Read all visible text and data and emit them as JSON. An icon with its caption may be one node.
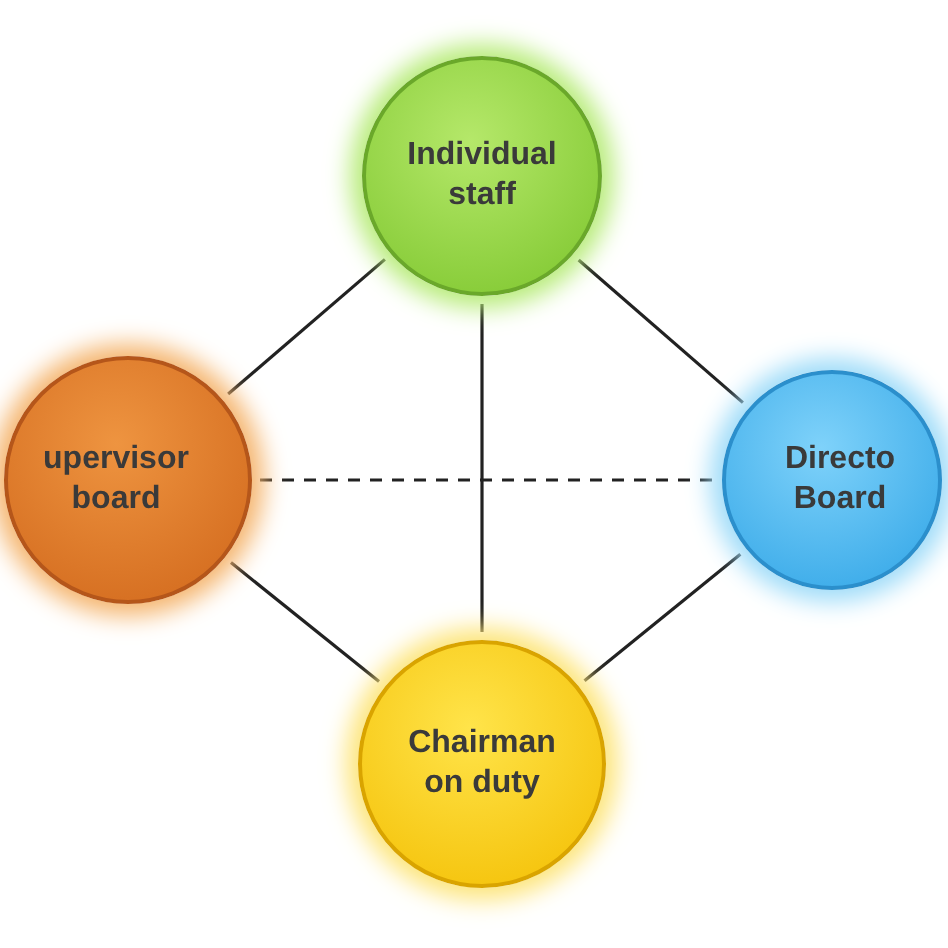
{
  "diagram": {
    "nodes": [
      {
        "text": [
          "Individual staff"
        ]
      },
      {
        "text": [
          "upervisor board"
        ]
      },
      {
        "text": [
          "Directo Board"
        ]
      },
      {
        "text": [
          "Chairman on duty"
        ]
      }
    ],
    "edges": [
      {
        "from": 0,
        "to": 1,
        "arrow": "none"
      },
      {
        "from": 0,
        "to": 2,
        "arrow": "none"
      },
      {
        "from": 0,
        "to": 3,
        "arrow": "none"
      },
      {
        "from": 1,
        "to": 3,
        "arrow": "none"
      },
      {
        "from": 2,
        "to": 3,
        "arrow": "none"
      },
      {
        "from": 1,
        "to": 2,
        "arrow": "none",
        "style": "dashed"
      }
    ]
  }
}
